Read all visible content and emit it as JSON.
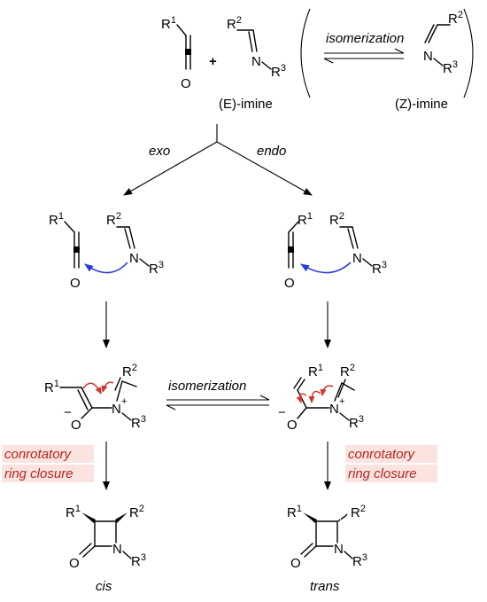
{
  "groups": {
    "r1": "R",
    "r2": "R",
    "r3": "R",
    "s1": "1",
    "s2": "2",
    "s3": "3"
  },
  "atoms": {
    "o": "O",
    "n": "N",
    "plus": "+",
    "minus": "−",
    "plusop": "+"
  },
  "labels": {
    "e_imine": "(E)-imine",
    "z_imine": "(Z)-imine",
    "isomerization": "isomerization",
    "exo": "exo",
    "endo": "endo",
    "conrotatory_line1": "conrotatory",
    "conrotatory_line2": "ring closure",
    "cis": "cis",
    "trans": "trans"
  },
  "colors": {
    "curved_arrow": "#2a3ad6",
    "electron_arrows": "#d0342c",
    "highlight_bg": "#fbe3df",
    "highlight_text": "#b3261e"
  }
}
